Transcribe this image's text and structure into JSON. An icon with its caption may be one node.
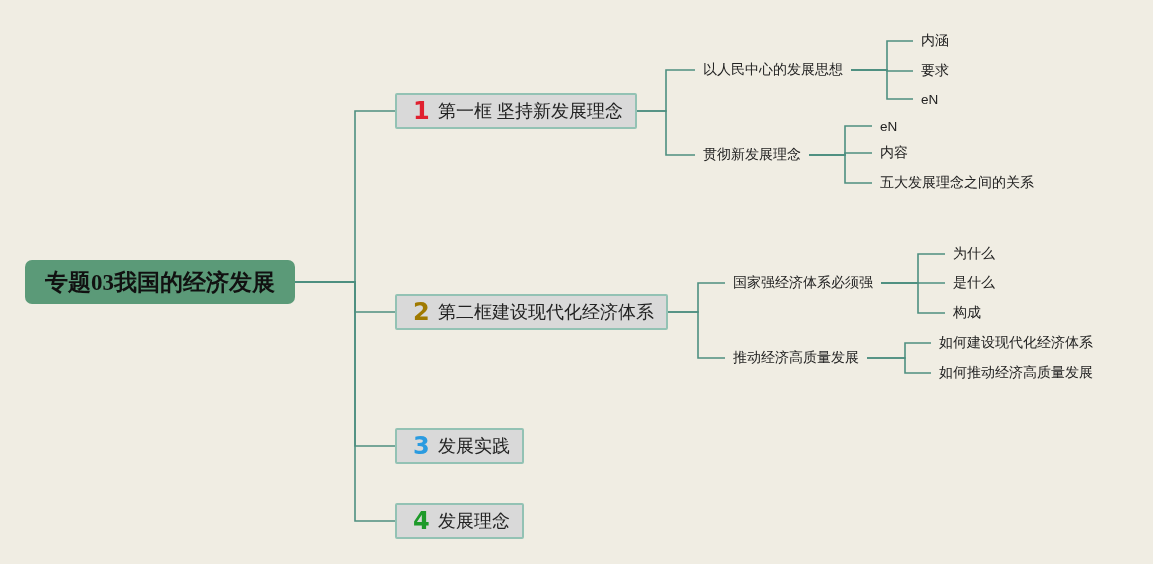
{
  "diagram": {
    "nodes": [
      {
        "text": [
          "专题03我国的经济发展"
        ]
      },
      {
        "text": [
          "1",
          "第一框 坚持新发展理念"
        ]
      },
      {
        "text": [
          "以人民中心的发展思想"
        ]
      },
      {
        "text": [
          "内涵"
        ]
      },
      {
        "text": [
          "要求"
        ]
      },
      {
        "text": [
          "eN"
        ]
      },
      {
        "text": [
          "贯彻新发展理念"
        ]
      },
      {
        "text": [
          "eN"
        ]
      },
      {
        "text": [
          "内容"
        ]
      },
      {
        "text": [
          "五大发展理念之间的关系"
        ]
      },
      {
        "text": [
          "2",
          "第二框建设现代化经济体系"
        ]
      },
      {
        "text": [
          "国家强经济体系必须强"
        ]
      },
      {
        "text": [
          "为什么"
        ]
      },
      {
        "text": [
          "是什么"
        ]
      },
      {
        "text": [
          "构成"
        ]
      },
      {
        "text": [
          "推动经济高质量发展"
        ]
      },
      {
        "text": [
          "如何建设现代化经济体系"
        ]
      },
      {
        "text": [
          "如何推动经济高质量发展"
        ]
      },
      {
        "text": [
          "3",
          "发展实践"
        ]
      },
      {
        "text": [
          "4",
          "发展理念"
        ]
      }
    ],
    "edges": [
      {
        "from": 0,
        "to": 1,
        "arrow": "none"
      },
      {
        "from": 0,
        "to": 10,
        "arrow": "none"
      },
      {
        "from": 0,
        "to": 18,
        "arrow": "none"
      },
      {
        "from": 0,
        "to": 19,
        "arrow": "none"
      },
      {
        "from": 1,
        "to": 2,
        "arrow": "none"
      },
      {
        "from": 1,
        "to": 6,
        "arrow": "none"
      },
      {
        "from": 2,
        "to": 3,
        "arrow": "none"
      },
      {
        "from": 2,
        "to": 4,
        "arrow": "none"
      },
      {
        "from": 2,
        "to": 5,
        "arrow": "none"
      },
      {
        "from": 6,
        "to": 7,
        "arrow": "none"
      },
      {
        "from": 6,
        "to": 8,
        "arrow": "none"
      },
      {
        "from": 6,
        "to": 9,
        "arrow": "none"
      },
      {
        "from": 10,
        "to": 11,
        "arrow": "none"
      },
      {
        "from": 10,
        "to": 15,
        "arrow": "none"
      },
      {
        "from": 11,
        "to": 12,
        "arrow": "none"
      },
      {
        "from": 11,
        "to": 13,
        "arrow": "none"
      },
      {
        "from": 11,
        "to": 14,
        "arrow": "none"
      },
      {
        "from": 15,
        "to": 16,
        "arrow": "none"
      },
      {
        "from": 15,
        "to": 17,
        "arrow": "none"
      }
    ]
  }
}
